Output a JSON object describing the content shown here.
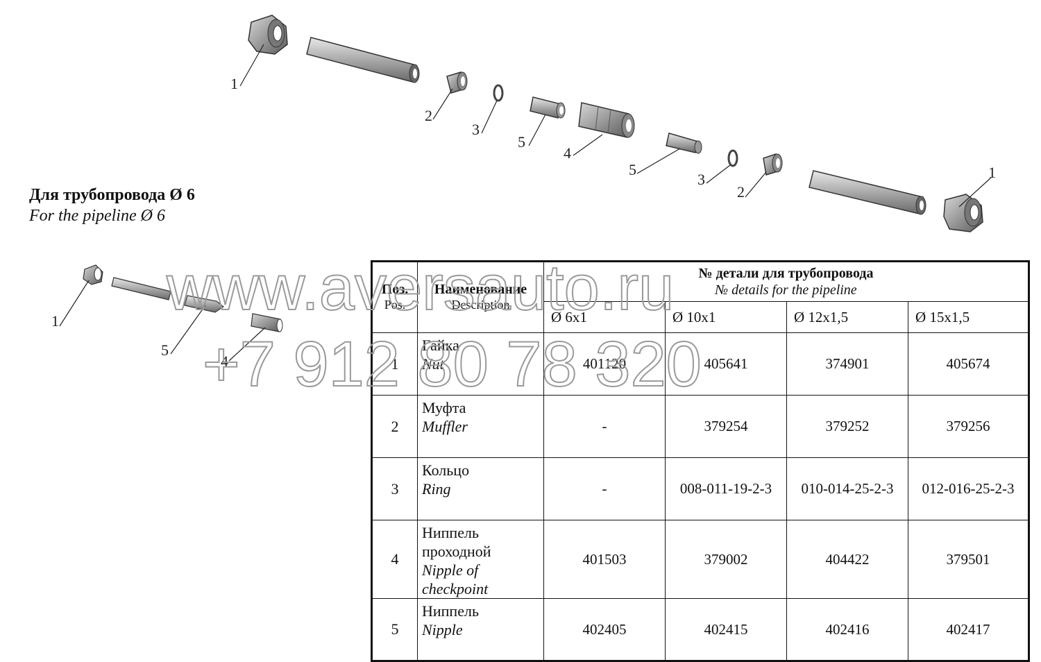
{
  "captions": {
    "ru": "Для трубопровода  Ø 6",
    "en": "For the pipeline  Ø 6"
  },
  "callouts": {
    "main": [
      "1",
      "2",
      "3",
      "5",
      "4",
      "5",
      "3",
      "2",
      "1"
    ],
    "small": [
      "1",
      "5",
      "4"
    ]
  },
  "table": {
    "pos_header": {
      "ru": "Поз.",
      "en": "Pos."
    },
    "desc_header": {
      "ru": "Наименование",
      "en": "Description"
    },
    "part_header": {
      "ru": "№ детали для трубопровода",
      "en": "№ details for the pipeline"
    },
    "diameters": [
      "Ø 6x1",
      "Ø 10x1",
      "Ø 12x1,5",
      "Ø 15x1,5"
    ],
    "rows": [
      {
        "pos": "1",
        "ru": "Гайка",
        "en": "Nut",
        "values": [
          "401120",
          "405641",
          "374901",
          "405674"
        ]
      },
      {
        "pos": "2",
        "ru": "Муфта",
        "en": "Muffler",
        "values": [
          "-",
          "379254",
          "379252",
          "379256"
        ]
      },
      {
        "pos": "3",
        "ru": "Кольцо",
        "en": "Ring",
        "values": [
          "-",
          "008-011-19-2-3",
          "010-014-25-2-3",
          "012-016-25-2-3"
        ]
      },
      {
        "pos": "4",
        "ru": "Ниппель проходной",
        "en": "Nipple of checkpoint",
        "values": [
          "401503",
          "379002",
          "404422",
          "379501"
        ]
      },
      {
        "pos": "5",
        "ru": "Ниппель",
        "en": "Nipple",
        "values": [
          "402405",
          "402415",
          "402416",
          "402417"
        ]
      }
    ]
  },
  "watermark": {
    "site": "www.aversauto.ru",
    "phone": "+7 912 80 78 320"
  },
  "colors": {
    "part_fill": "#b4b4b4",
    "part_dark": "#6e6e6e",
    "part_light": "#e6e6e6",
    "watermark": "#9a9a9a"
  }
}
